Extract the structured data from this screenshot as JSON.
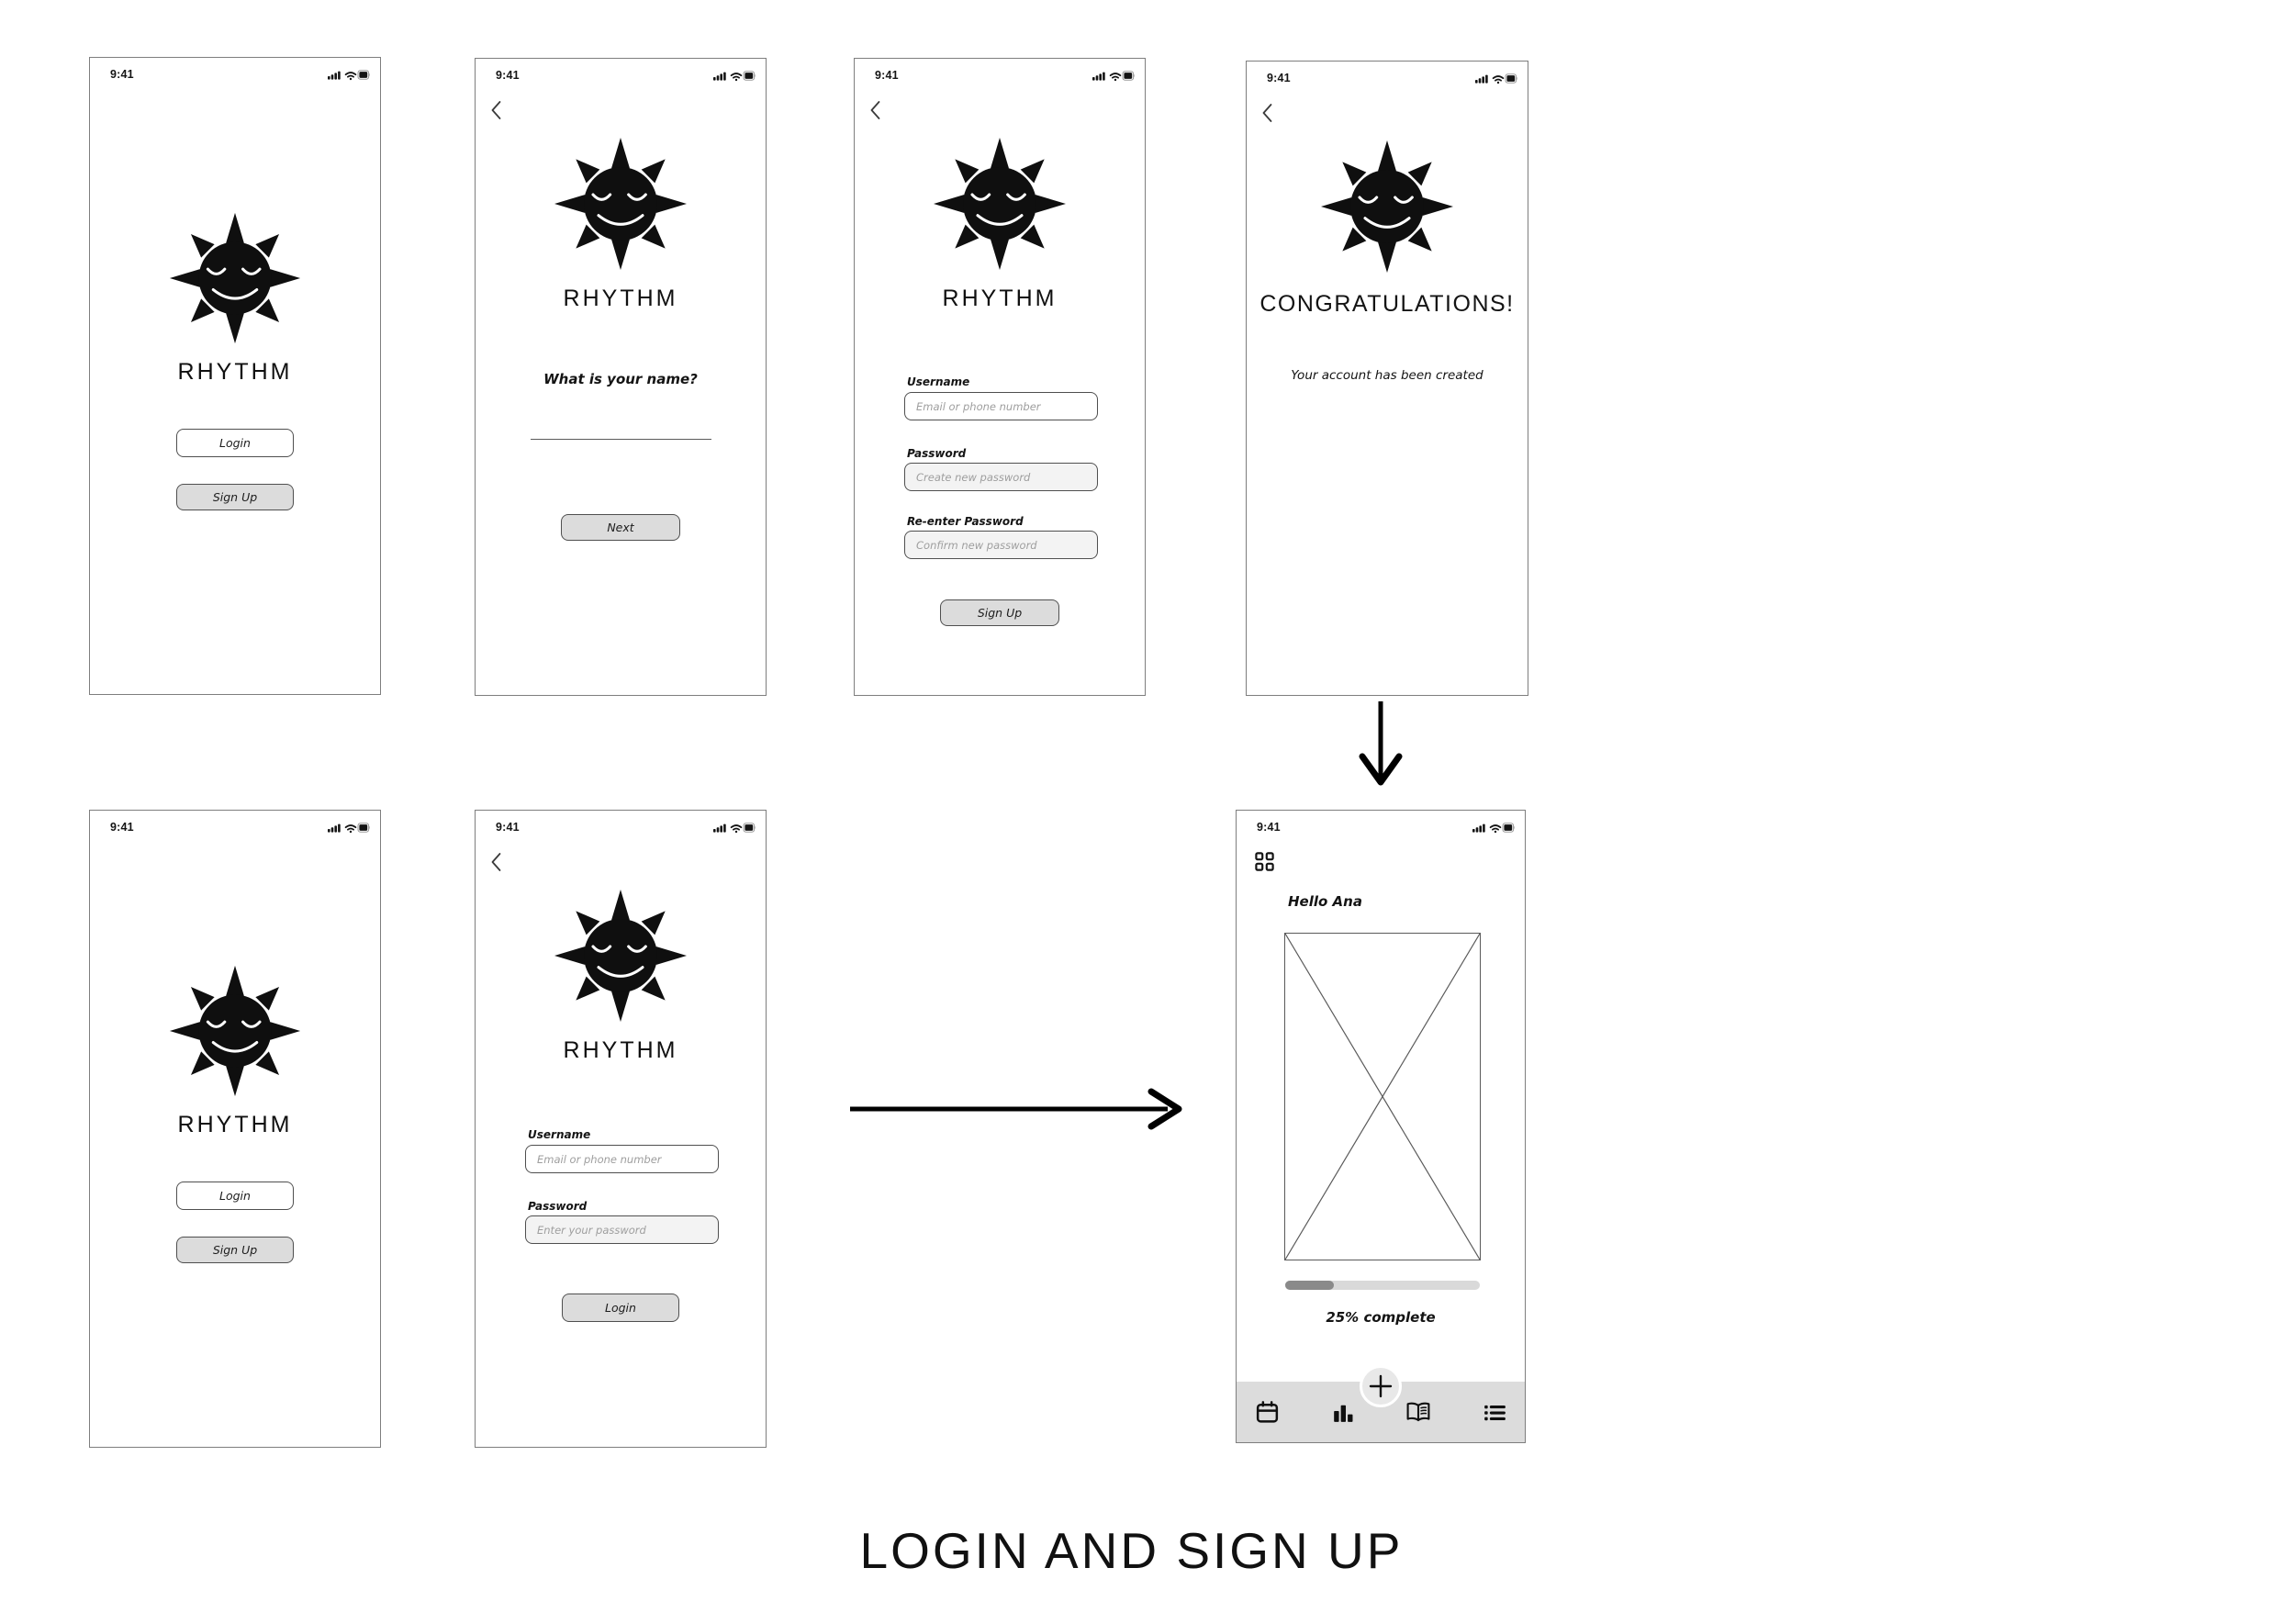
{
  "poster_title": "LOGIN AND SIGN UP",
  "status": {
    "time": "9:41"
  },
  "brand": {
    "app_name": "RHYTHM"
  },
  "screens": {
    "welcome": {
      "login_button": "Login",
      "signup_button": "Sign Up"
    },
    "name_entry": {
      "question": "What is your name?",
      "next_button": "Next"
    },
    "signup_form": {
      "username_label": "Username",
      "username_placeholder": "Email or phone number",
      "password_label": "Password",
      "password_placeholder": "Create new password",
      "reenter_label": "Re-enter Password",
      "reenter_placeholder": "Confirm new password",
      "signup_button": "Sign Up"
    },
    "congratulations": {
      "heading": "CONGRATULATIONS!",
      "subtext": "Your account has been created"
    },
    "login_form": {
      "username_label": "Username",
      "username_placeholder": "Email or phone number",
      "password_label": "Password",
      "password_placeholder": "Enter your password",
      "login_button": "Login"
    },
    "home": {
      "greeting": "Hello Ana",
      "progress_percent": 25,
      "progress_label": "25% complete"
    }
  },
  "icons": {
    "status_bar": [
      "signal-icon",
      "wifi-icon",
      "battery-icon"
    ],
    "back": "chevron-left-icon",
    "home_header": "grid-menu-icon",
    "fab": "plus-icon",
    "bottom_nav": [
      "calendar-icon",
      "bar-chart-icon",
      "journal-icon",
      "list-icon"
    ]
  },
  "colors": {
    "ink": "#141414",
    "button_gray": "#dcdcdc",
    "navbar_gray": "#dcdcdc",
    "progress_track": "#d9d9d9",
    "progress_fill": "#8a8a8a"
  }
}
